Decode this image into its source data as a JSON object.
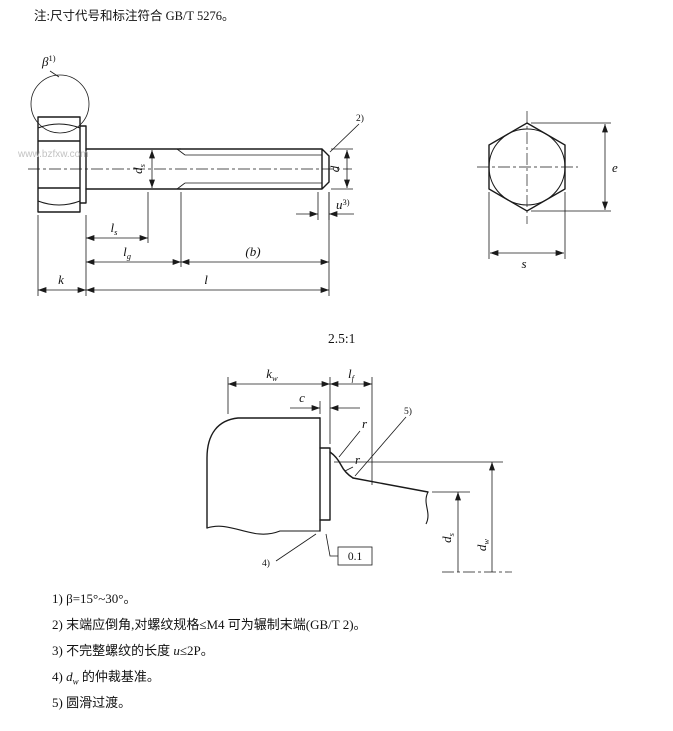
{
  "header_note": "注:尺寸代号和标注符合 GB/T 5276。",
  "watermark": "www.bzfxw.com",
  "scale_label": "2.5:1",
  "labels": {
    "beta": "β",
    "beta_ref": "1)",
    "ref2": "2)",
    "ds_base": "d",
    "ds_sub": "s",
    "d": "d",
    "u_base": "u",
    "u_ref": "3)",
    "ls_base": "l",
    "ls_sub": "s",
    "lg_base": "l",
    "lg_sub": "g",
    "b": "(b)",
    "l": "l",
    "k": "k",
    "e": "e",
    "s": "s",
    "kw_base": "k",
    "kw_sub": "w",
    "lf_base": "l",
    "lf_sub": "f",
    "c": "c",
    "r_upper": "r",
    "r_lower": "r",
    "ref5": "5)",
    "ref4": "4)",
    "ds2_base": "d",
    "ds2_sub": "s",
    "dw_base": "d",
    "dw_sub": "w",
    "tolerance_value": "0.1"
  },
  "footnotes": {
    "n1": "1) β=15°~30°。",
    "n2": "2) 末端应倒角,对螺纹规格≤M4 可为辗制末端(GB/T 2)。",
    "n3_pre": "3) 不完整螺纹的长度 ",
    "n3_var": "u",
    "n3_post": "≤2P。",
    "n4_pre": "4) ",
    "n4_var": "d",
    "n4_sub": "w",
    "n4_post": " 的仲裁基准。",
    "n5": "5) 圆滑过渡。"
  }
}
